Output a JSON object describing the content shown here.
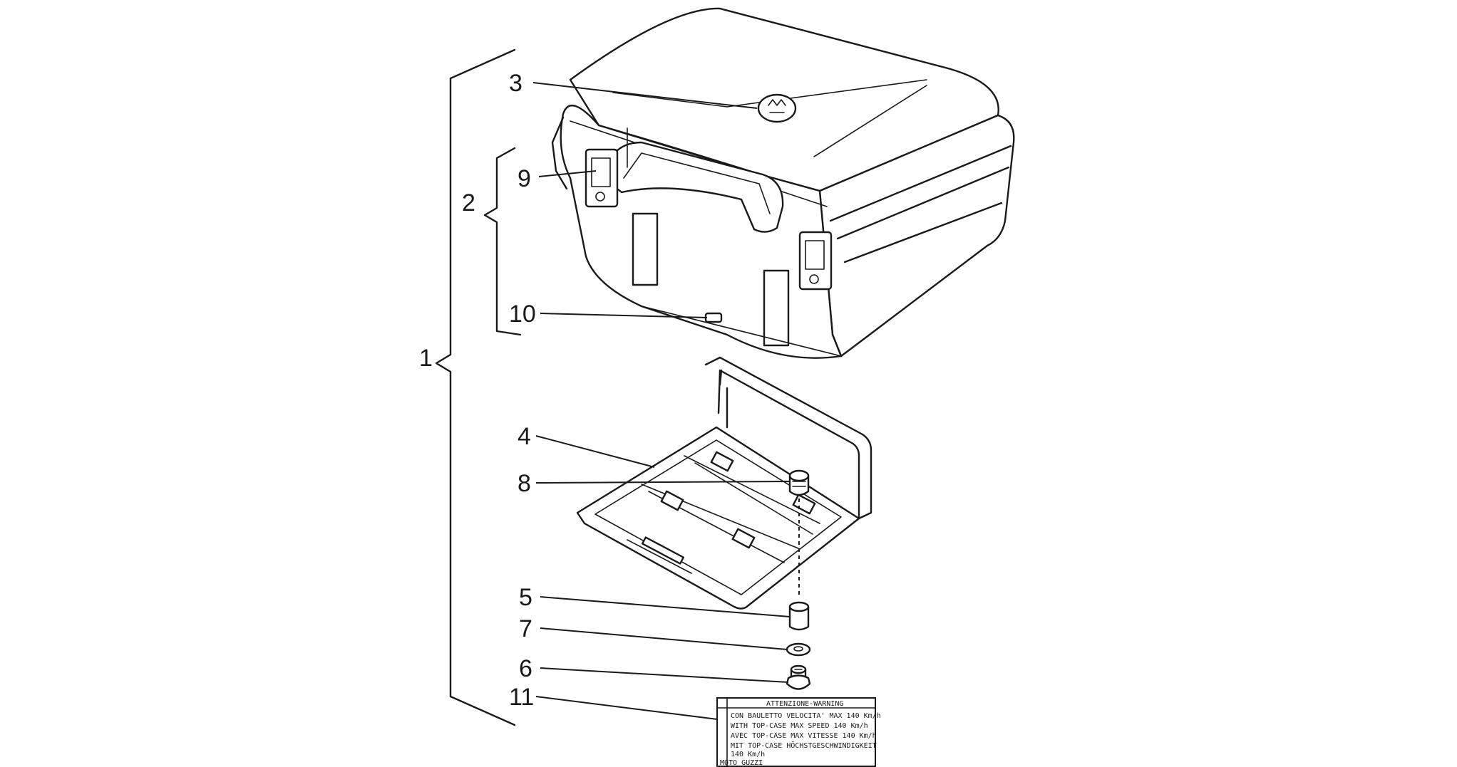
{
  "callouts": [
    "1",
    "2",
    "3",
    "4",
    "5",
    "6",
    "7",
    "8",
    "9",
    "10",
    "11"
  ],
  "warning_label": {
    "title": "ATTENZIONE-WARNING",
    "lines": [
      "CON BAULETTO VELOCITA' MAX 140 Km/h",
      "WITH TOP-CASE MAX SPEED 140 Km/h",
      "AVEC TOP-CASE MAX VITESSE 140 Km/h",
      "MIT TOP-CASE HÖCHSTGESCHWINDIGKEIT",
      "140 Km/h",
      "MOTO GUZZI"
    ]
  }
}
